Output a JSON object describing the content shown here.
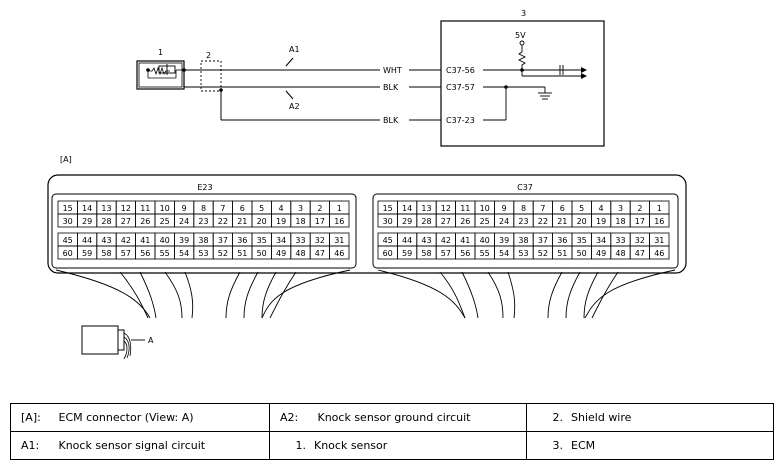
{
  "wiring": {
    "label_sensor": "1",
    "label_shield": "2",
    "label_ecm": "3",
    "label_a1": "A1",
    "label_a2": "A2",
    "wire_wht": "WHT",
    "wire_blk1": "BLK",
    "wire_blk2": "BLK",
    "pin_56": "C37-56",
    "pin_57": "C37-57",
    "pin_23": "C37-23",
    "voltage": "5V"
  },
  "connectors": {
    "view_label": "[A]",
    "left_name": "E23",
    "right_name": "C37",
    "row1": [
      "15",
      "14",
      "13",
      "12",
      "11",
      "10",
      "9",
      "8",
      "7",
      "6",
      "5",
      "4",
      "3",
      "2",
      "1"
    ],
    "row2": [
      "30",
      "29",
      "28",
      "27",
      "26",
      "25",
      "24",
      "23",
      "22",
      "21",
      "20",
      "19",
      "18",
      "17",
      "16"
    ],
    "row3": [
      "45",
      "44",
      "43",
      "42",
      "41",
      "40",
      "39",
      "38",
      "37",
      "36",
      "35",
      "34",
      "33",
      "32",
      "31"
    ],
    "row4": [
      "60",
      "59",
      "58",
      "57",
      "56",
      "55",
      "54",
      "53",
      "52",
      "51",
      "50",
      "49",
      "48",
      "47",
      "46"
    ],
    "view_arrow_label": "A"
  },
  "legend": [
    [
      {
        "key": "[A]:",
        "text": "ECM connector (View: A)"
      },
      {
        "key": "A2:",
        "text": "Knock sensor ground circuit"
      },
      {
        "key": "2.",
        "text": "Shield wire"
      }
    ],
    [
      {
        "key": "A1:",
        "text": "Knock sensor signal circuit"
      },
      {
        "key": "1.",
        "text": "Knock sensor"
      },
      {
        "key": "3.",
        "text": "ECM"
      }
    ]
  ]
}
